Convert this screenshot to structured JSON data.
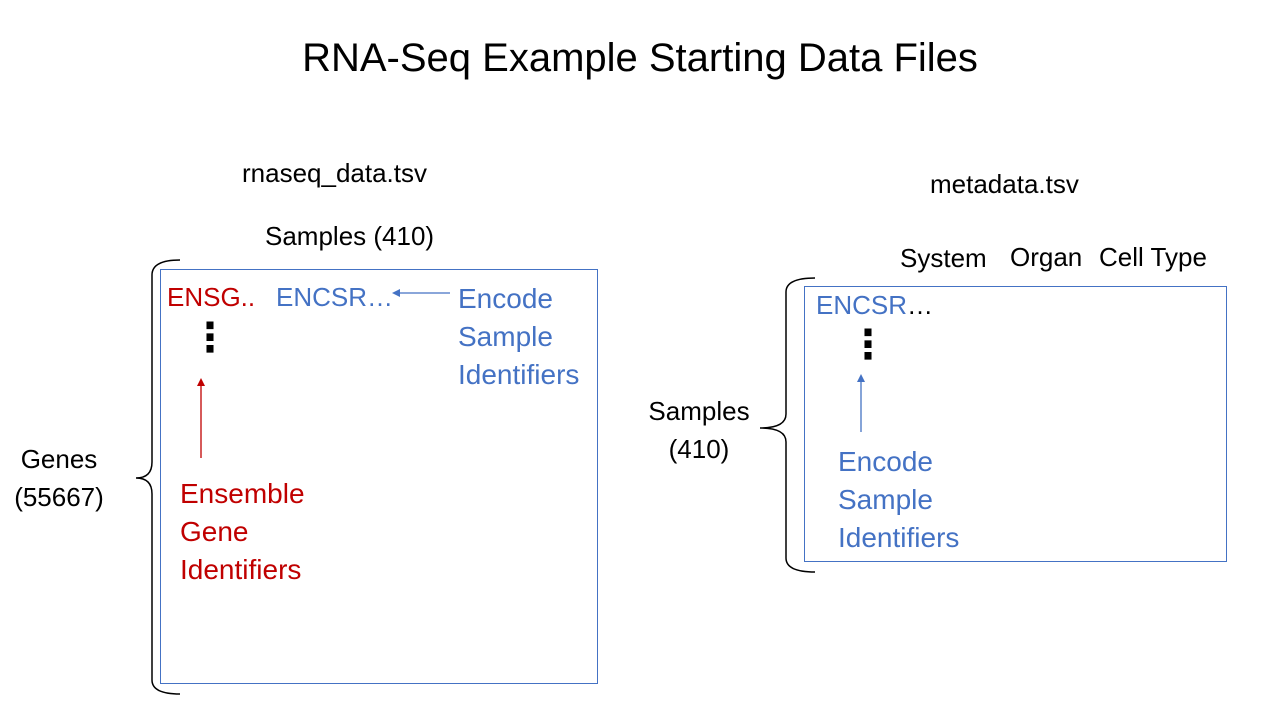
{
  "title": "RNA-Seq Example Starting Data Files",
  "rnaseq": {
    "filename": "rnaseq_data.tsv",
    "samples_label": "Samples (410)",
    "genes_label_line1": "Genes",
    "genes_label_line2": "(55667)",
    "ensg": "ENSG..",
    "encsr": "ENCSR…",
    "dots": "⋮",
    "encode_label": [
      "Encode",
      "Sample",
      "Identifiers"
    ],
    "ensemble_label": [
      "Ensemble",
      "Gene",
      "Identifiers"
    ]
  },
  "metadata": {
    "filename": "metadata.tsv",
    "columns": [
      "System",
      "Organ",
      "Cell Type"
    ],
    "samples_label_line1": "Samples",
    "samples_label_line2": "(410)",
    "encsr": "ENCSR",
    "encsr_tail": "…",
    "dots": "⋮",
    "encode_label": [
      "Encode",
      "Sample",
      "Identifiers"
    ]
  },
  "colors": {
    "blue": "#4472C4",
    "red": "#C00000"
  }
}
